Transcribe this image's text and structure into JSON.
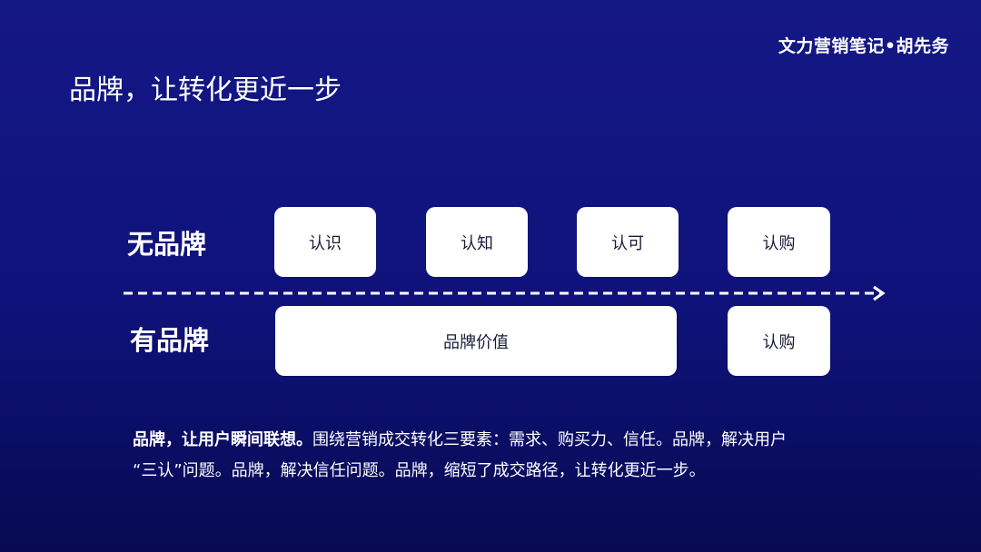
{
  "header": {
    "brand": "文力营销笔记•胡先务",
    "title": "品牌，让转化更近一步"
  },
  "diagram": {
    "row_without_brand": {
      "label": "无品牌",
      "steps": [
        "认识",
        "认知",
        "认可",
        "认购"
      ]
    },
    "row_with_brand": {
      "label": "有品牌",
      "steps": [
        "品牌价值",
        "认购"
      ]
    }
  },
  "description": {
    "lead": "品牌，让用户瞬间联想。",
    "line1_rest": "围绕营销成交转化三要素：需求、购买力、信任。品牌，解决用户",
    "line2": "“三认”问题。品牌，解决信任问题。品牌，缩短了成交路径，让转化更近一步。"
  }
}
